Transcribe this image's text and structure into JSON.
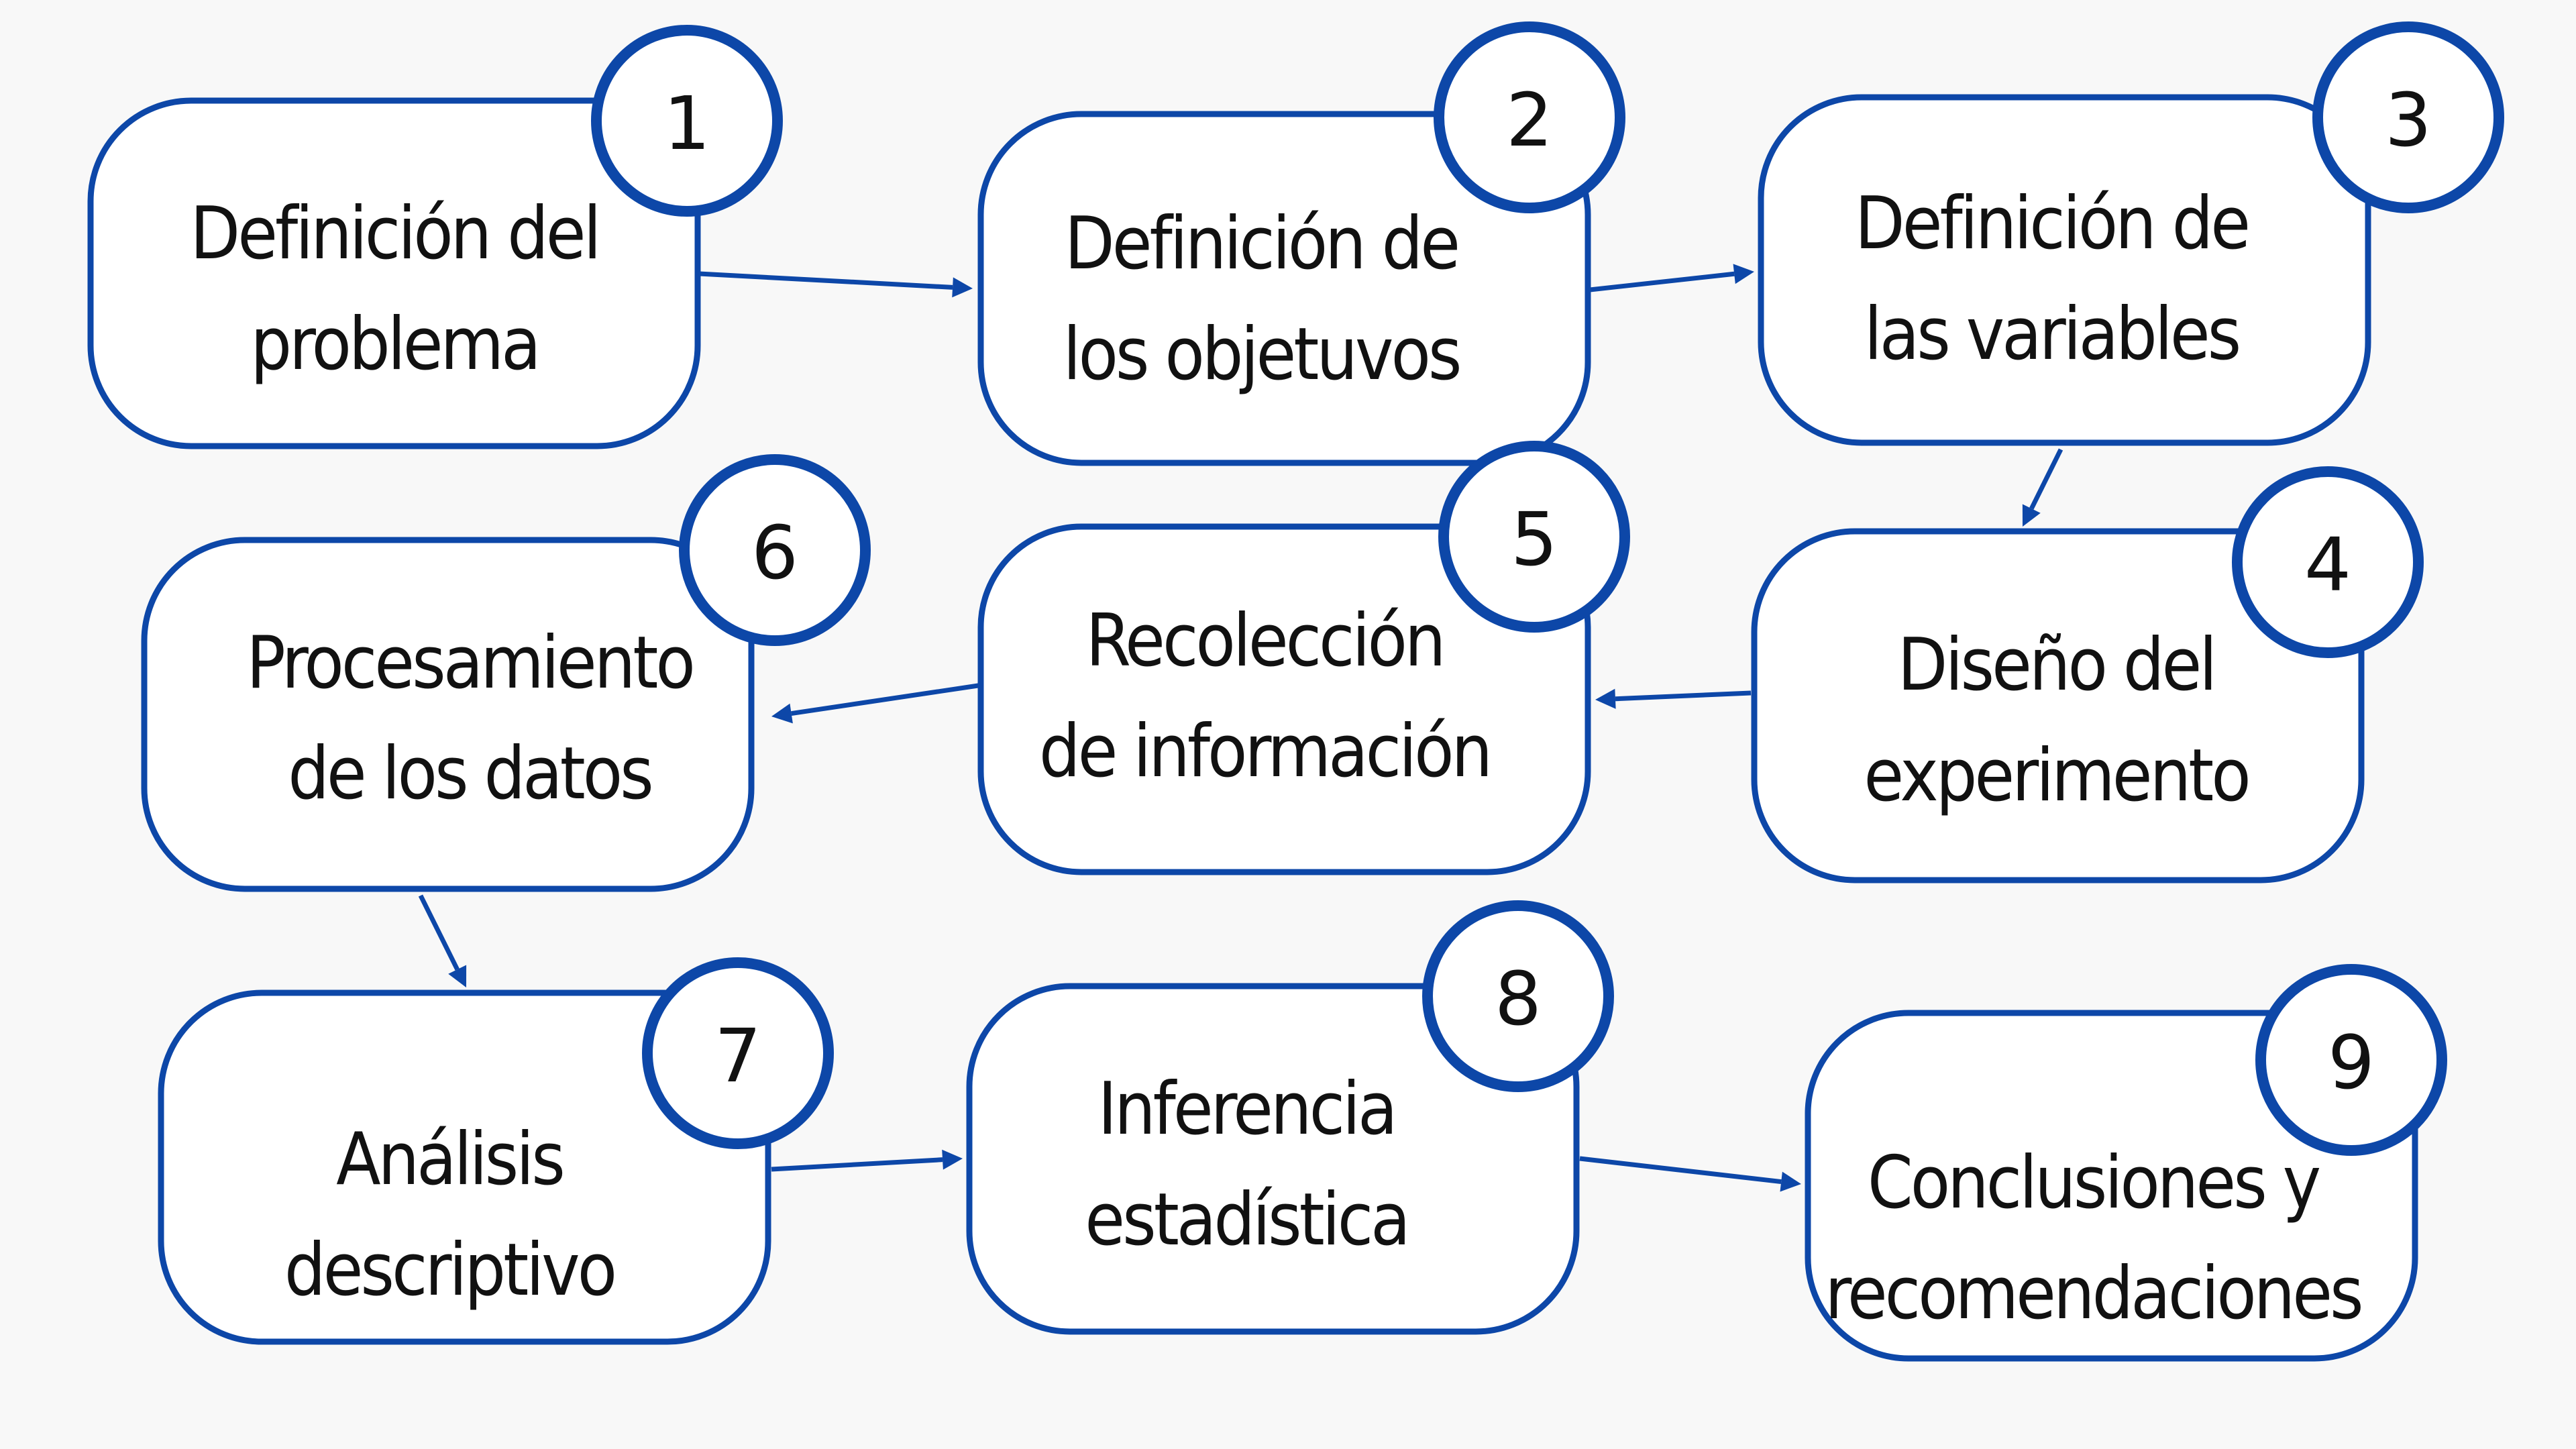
{
  "colors": {
    "accent": "#0d47a8",
    "background": "#f8f8f8",
    "box_fill": "#ffffff",
    "text": "#111111"
  },
  "steps": [
    {
      "number": "1",
      "lines": [
        "Definición del",
        "problema"
      ]
    },
    {
      "number": "2",
      "lines": [
        "Definición de",
        "los objetuvos"
      ]
    },
    {
      "number": "3",
      "lines": [
        "Definición de",
        "las variables"
      ]
    },
    {
      "number": "4",
      "lines": [
        "Diseño del",
        "experimento"
      ]
    },
    {
      "number": "5",
      "lines": [
        "Recolección",
        "de información"
      ]
    },
    {
      "number": "6",
      "lines": [
        "Procesamiento",
        "de los datos"
      ]
    },
    {
      "number": "7",
      "lines": [
        "Análisis",
        "descriptivo"
      ]
    },
    {
      "number": "8",
      "lines": [
        "Inferencia",
        "estadística"
      ]
    },
    {
      "number": "9",
      "lines": [
        "Conclusiones y",
        "recomendaciones"
      ]
    }
  ],
  "connections": [
    {
      "from": "1",
      "to": "2"
    },
    {
      "from": "2",
      "to": "3"
    },
    {
      "from": "3",
      "to": "4"
    },
    {
      "from": "4",
      "to": "5"
    },
    {
      "from": "5",
      "to": "6"
    },
    {
      "from": "6",
      "to": "7"
    },
    {
      "from": "7",
      "to": "8"
    },
    {
      "from": "8",
      "to": "9"
    }
  ]
}
